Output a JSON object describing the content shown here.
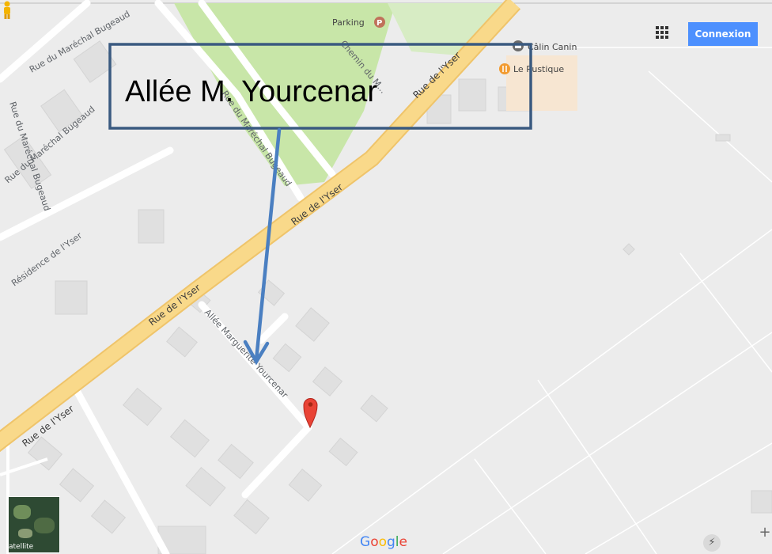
{
  "annotation": {
    "label": "Allée M. Yourcenar",
    "box_color": "#3a5a80",
    "arrow_color": "#4a7fc1"
  },
  "map": {
    "land_color": "#ececec",
    "park_color": "#c8e6a8",
    "major_road_color": "#f9d98a",
    "minor_road_color": "#ffffff",
    "building_color": "#e3e3e3",
    "streets": [
      "Rue du Maréchal Bugeaud",
      "Rue du Maréchal Bugeaud",
      "Rue du Maréchal Bugeaud",
      "Rue du Maréchal Bugeaud",
      "Chemin du M...",
      "Résidence de l'Yser",
      "Rue de l'Yser",
      "Rue de l'Yser",
      "Rue de l'Yser",
      "Rue de l'Yser",
      "Allée Marguerite Yourcenar"
    ],
    "pois": [
      {
        "name": "Parking",
        "icon": "parking-icon",
        "color": "#c0715a"
      },
      {
        "name": "Câlin Canin",
        "icon": "shop-icon",
        "color": "#6b6b6b"
      },
      {
        "name": "Le Rustique",
        "icon": "restaurant-icon",
        "color": "#f29b30"
      }
    ],
    "marker": {
      "icon": "map-pin-icon",
      "color": "#e94335"
    }
  },
  "controls": {
    "apps_icon": "apps-grid-icon",
    "signin_label": "Connexion",
    "signin_color": "#4d90fe",
    "satellite_label": "atellite",
    "logo_text": "Google",
    "pegman_icon": "pegman-icon",
    "zoom_in_label": "+",
    "bolt_icon": "lightning-icon"
  }
}
